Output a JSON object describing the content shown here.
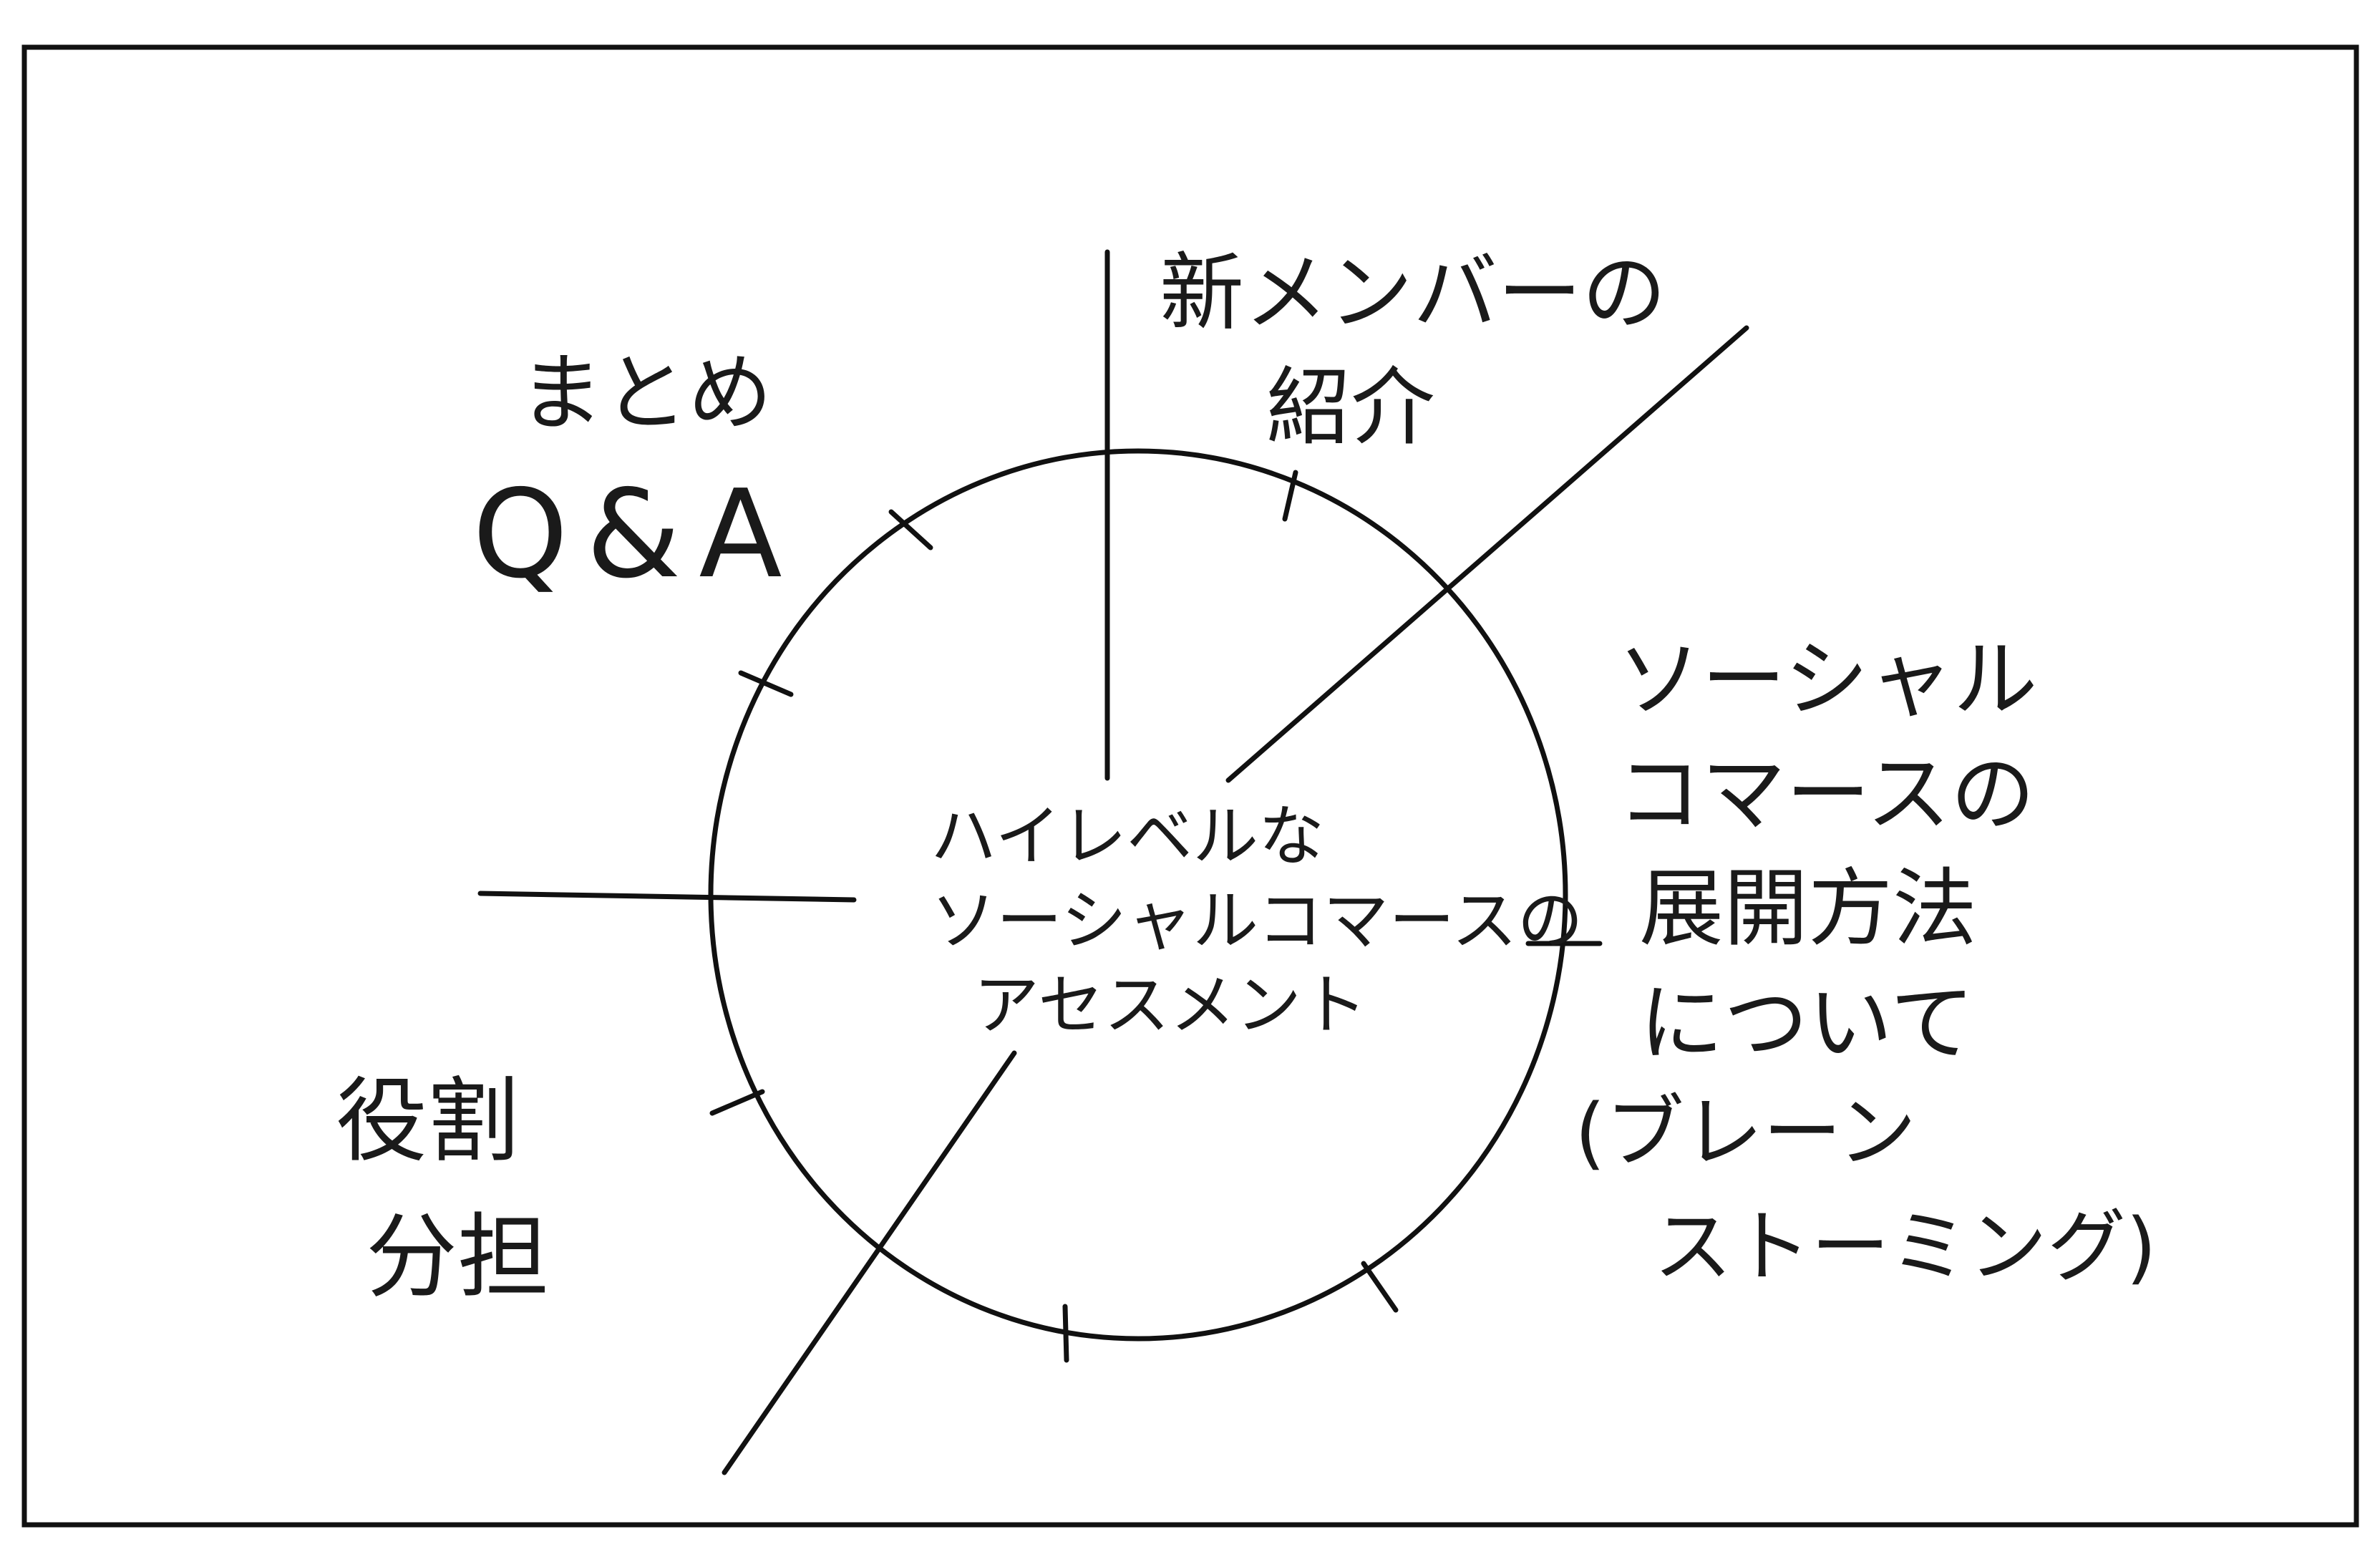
{
  "diagram": {
    "center_label": [
      "ハイレベルな",
      "ソーシャルコマースの",
      "アセスメント"
    ],
    "segments": {
      "new_members": [
        "新メンバーの",
        "紹介"
      ],
      "social_commerce": [
        "ソーシャル",
        "コマースの",
        "展開方法",
        "について",
        "(ブレーン",
        "ストーミング)"
      ],
      "roles": [
        "役割",
        "分担"
      ],
      "summary": [
        "まとめ",
        "Q&A"
      ]
    }
  },
  "colors": {
    "ink": "#111111",
    "paper": "#ffffff"
  }
}
